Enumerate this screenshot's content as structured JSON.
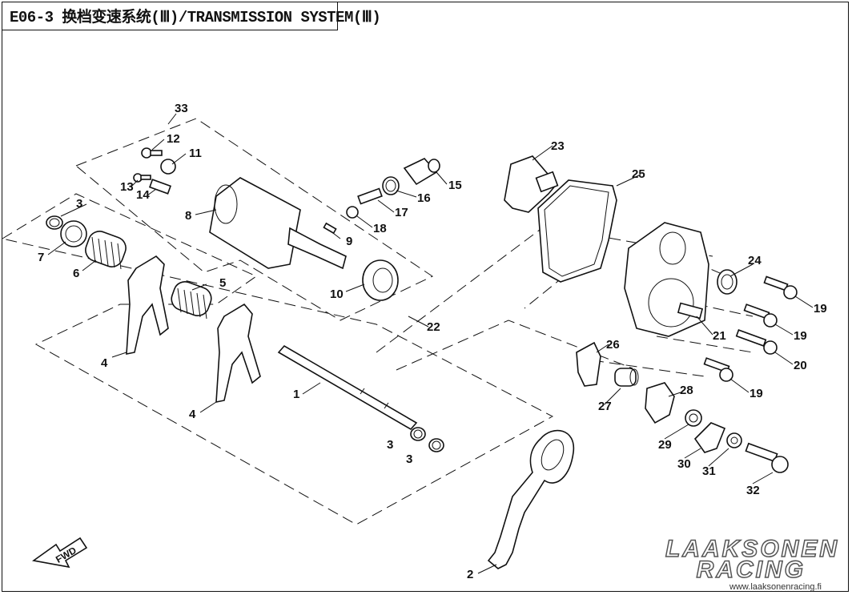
{
  "title": "E06-3 换档变速系统(Ⅲ)/TRANSMISSION SYSTEM(Ⅲ)",
  "labels": {
    "l1": "1",
    "l2": "2",
    "l3a": "3",
    "l3b": "3",
    "l3c": "3",
    "l4a": "4",
    "l4b": "4",
    "l5": "5",
    "l6": "6",
    "l7": "7",
    "l8": "8",
    "l9": "9",
    "l10": "10",
    "l11": "11",
    "l12": "12",
    "l13": "13",
    "l14": "14",
    "l15": "15",
    "l16": "16",
    "l17": "17",
    "l18": "18",
    "l19a": "19",
    "l19b": "19",
    "l19c": "19",
    "l20": "20",
    "l21": "21",
    "l22": "22",
    "l23": "23",
    "l24": "24",
    "l25": "25",
    "l26": "26",
    "l27": "27",
    "l28": "28",
    "l29": "29",
    "l30": "30",
    "l31": "31",
    "l32": "32",
    "l33": "33",
    "fwd": "FWD"
  },
  "logo": {
    "line1": "LAAKSONEN",
    "line2": "RACING",
    "url": "www.laaksonenracing.fi"
  }
}
